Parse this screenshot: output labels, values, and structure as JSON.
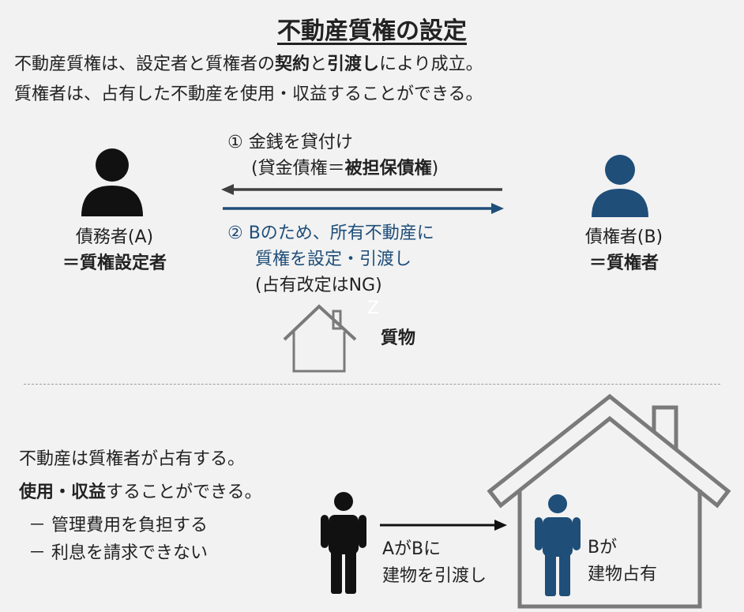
{
  "title": "不動産質権の設定",
  "intro": {
    "l1_a": "不動産質権は、設定者と質権者の",
    "l1_b": "契約",
    "l1_c": "と",
    "l1_d": "引渡し",
    "l1_e": "により成立。",
    "l2": "質権者は、占有した不動産を使用・収益することができる。"
  },
  "debtor": {
    "line1": "債務者(A)",
    "line2": "＝質権設定者"
  },
  "creditor": {
    "line1": "債権者(B)",
    "line2": "＝質権者"
  },
  "step1": {
    "line1": "① 金銭を貸付け",
    "line2_a": "(貸金債権＝",
    "line2_b": "被担保債権",
    "line2_c": ")"
  },
  "step2": {
    "line1": "② Bのため、所有不動産に",
    "line2": "質権を設定・引渡し",
    "line3": "(占有改定はNG)"
  },
  "pledge_label": "質物",
  "z_mark": "Z",
  "bottom": {
    "l1": "不動産は質権者が占有する。",
    "l2_a": "使用・収益",
    "l2_b": "することができる。",
    "bullet1": "－ 管理費用を負担する",
    "bullet2": "－ 利息を請求できない",
    "transfer1": "AがBに",
    "transfer2": "建物を引渡し",
    "occupy1": "Bが",
    "occupy2": "建物占有"
  },
  "colors": {
    "dark": "#111111",
    "blue": "#1f4e79",
    "arrow_gray": "#404040"
  },
  "icons": [
    "person-icon",
    "house-icon"
  ]
}
